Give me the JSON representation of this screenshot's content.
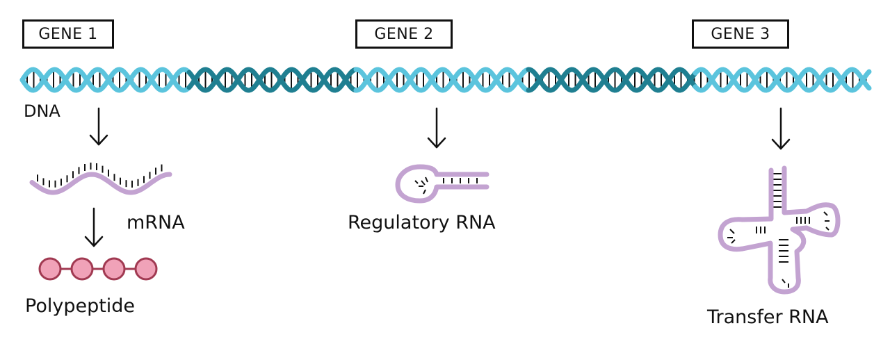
{
  "genes": [
    {
      "label": "GENE 1"
    },
    {
      "label": "GENE 2"
    },
    {
      "label": "GENE 3"
    }
  ],
  "labels": {
    "dna": "DNA",
    "mrna": "mRNA",
    "polypeptide": "Polypeptide",
    "regulatory_rna": "Regulatory RNA",
    "transfer_rna": "Transfer RNA"
  },
  "colors": {
    "gene_segment": "#5bc4dd",
    "intergenic_segment": "#1f7f91",
    "rna": "#c3a3d1",
    "amino_acid_fill": "#f0a2b8",
    "amino_acid_stroke": "#a13a52",
    "ink": "#111111"
  },
  "dna_segments": [
    "gene",
    "intergenic",
    "gene",
    "intergenic",
    "gene"
  ],
  "polypeptide_residues": 4
}
